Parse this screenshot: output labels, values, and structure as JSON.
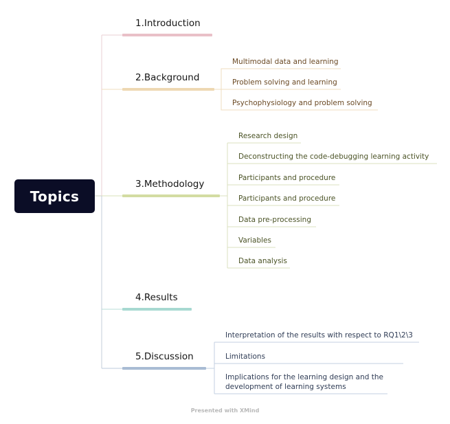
{
  "root": {
    "label": "Topics"
  },
  "branches": [
    {
      "label": "1.Introduction",
      "color": "#e9c0c8",
      "subtopics": []
    },
    {
      "label": "2.Background",
      "color": "#eed8b2",
      "subtopics": [
        "Multimodal data and learning",
        "Problem solving and learning",
        "Psychophysiology and problem solving"
      ]
    },
    {
      "label": "3.Methodology",
      "color": "#d3dca2",
      "subtopics": [
        "Research design",
        "Deconstructing the code-debugging learning activity",
        "Participants and procedure",
        "Participants and procedure",
        "Data pre-processing",
        "Variables",
        "Data analysis"
      ]
    },
    {
      "label": "4.Results",
      "color": "#a7d9d1",
      "subtopics": []
    },
    {
      "label": "5.Discussion",
      "color": "#a9bcd4",
      "subtopics": [
        "Interpretation of the results with respect to RQ1\\2\\3",
        "Limitations",
        "Implications for the learning design and the development of learning systems"
      ]
    }
  ],
  "footer": {
    "text": "Presented with XMind"
  }
}
